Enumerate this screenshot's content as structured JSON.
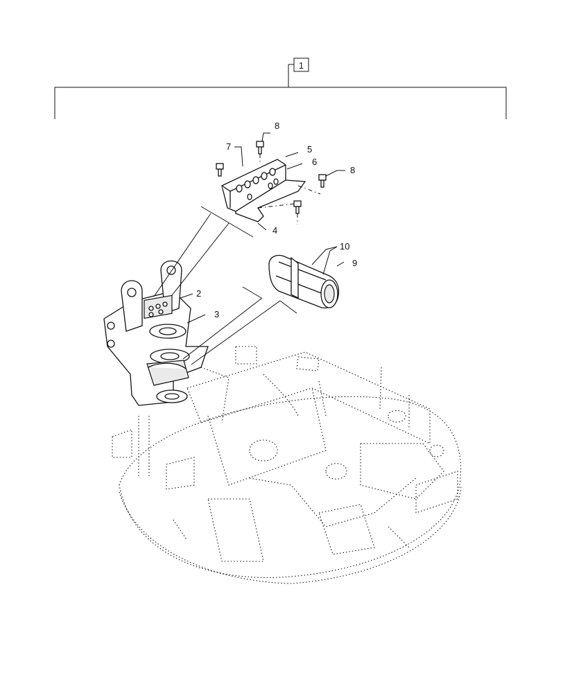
{
  "diagram": {
    "assembly_label": "1",
    "callouts": {
      "c2": "2",
      "c3": "3",
      "c4": "4",
      "c5": "5",
      "c6": "6",
      "c7": "7",
      "c8a": "8",
      "c8b": "8",
      "c9": "9",
      "c10": "10"
    }
  }
}
